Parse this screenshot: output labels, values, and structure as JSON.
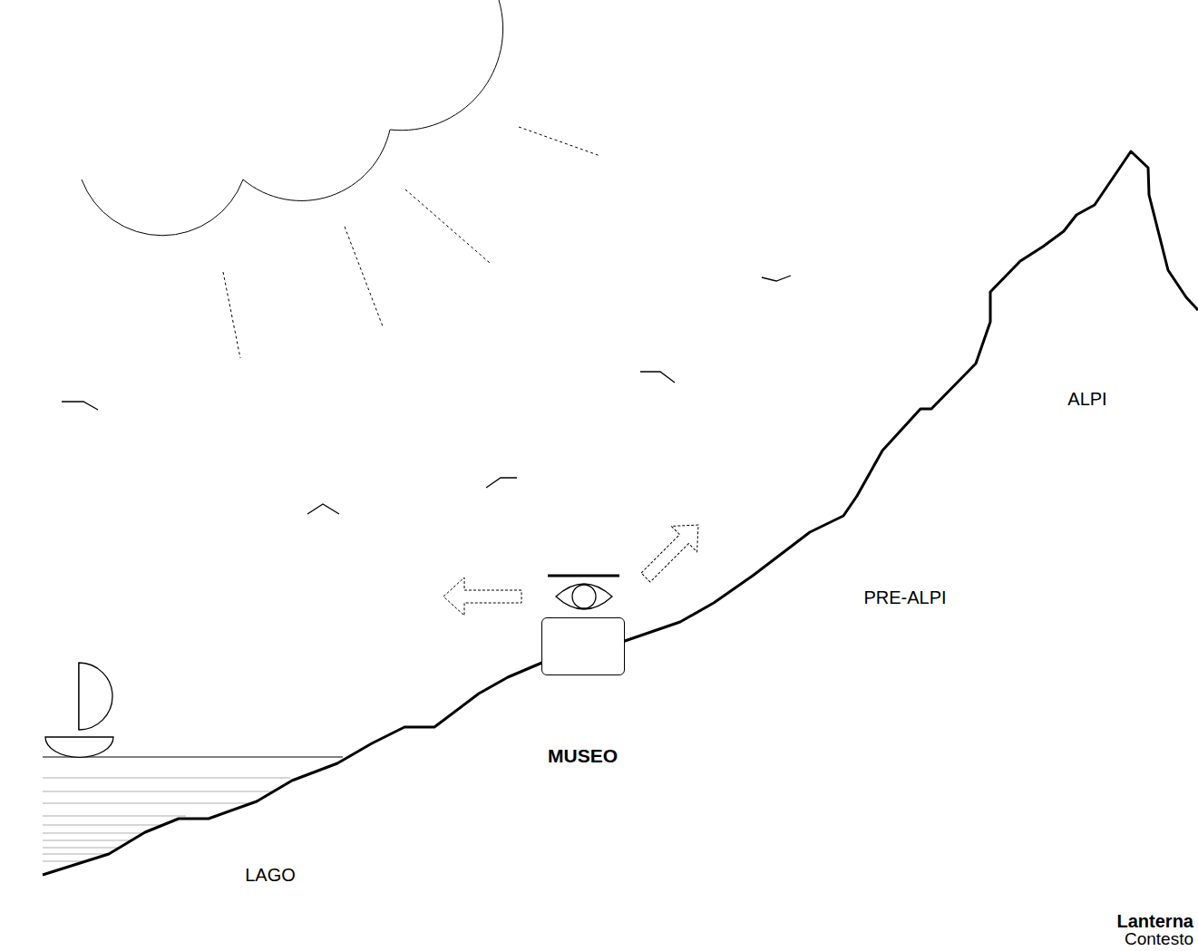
{
  "diagram": {
    "nodes": [
      {
        "text": [
          "MUSEO"
        ]
      }
    ],
    "labels": [
      "ALPI",
      "PRE-ALPI",
      "LAGO",
      "Lanterna",
      "Contesto"
    ]
  }
}
